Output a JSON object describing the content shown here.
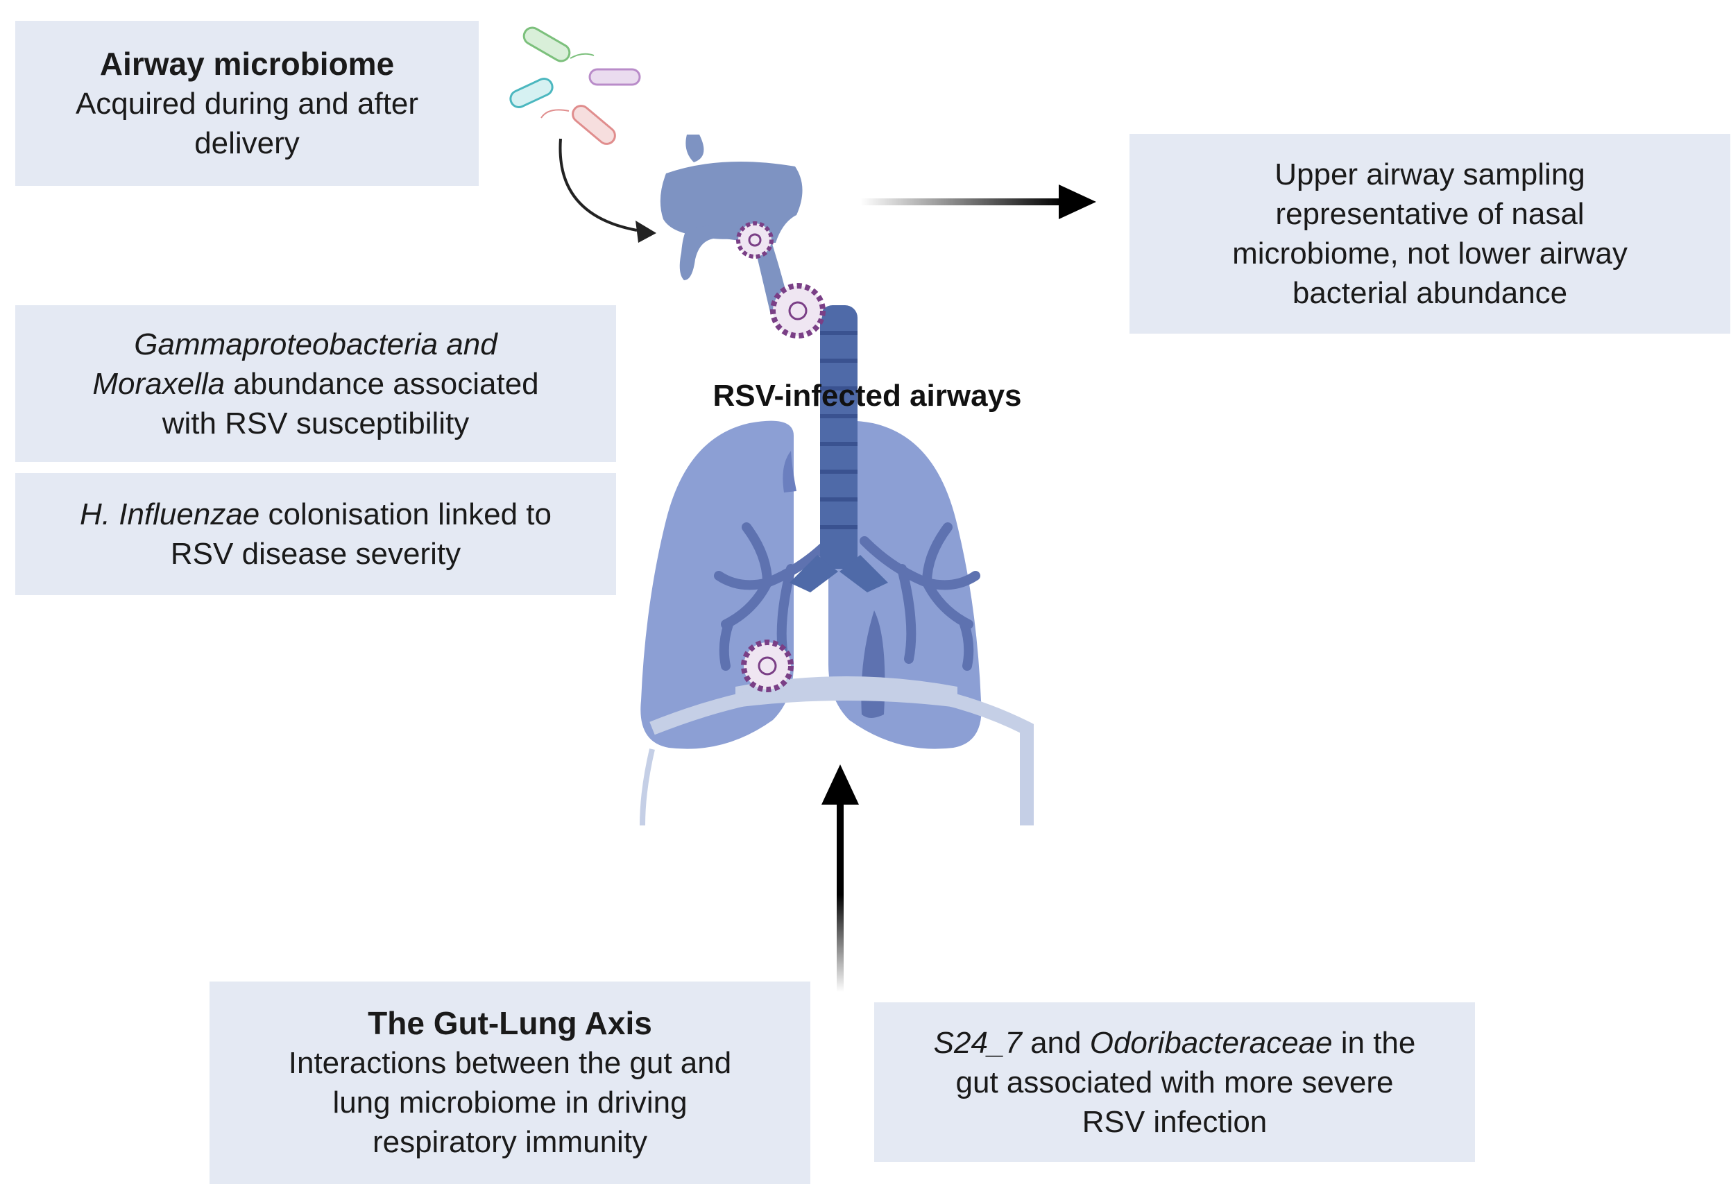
{
  "airway_box": {
    "title": "Airway microbiome",
    "line1": "Acquired during and after",
    "line2": "delivery"
  },
  "gamma_box": {
    "italic1": "Gammaproteobacteria and",
    "italic2": "Moraxella",
    "text2": " abundance associated",
    "line3": "with RSV susceptibility"
  },
  "hinf_box": {
    "italic1": "H. Influenzae",
    "text1": " colonisation linked to",
    "line2": "RSV disease severity"
  },
  "upper_box": {
    "line1": "Upper airway sampling",
    "line2": "representative of nasal",
    "line3": "microbiome, not lower airway",
    "line4": "bacterial abundance"
  },
  "center_label": "RSV-infected airways",
  "gut_box": {
    "title": "The Gut-Lung Axis",
    "line1": "Interactions between the gut and",
    "line2": "lung microbiome in driving",
    "line3": "respiratory immunity"
  },
  "s24_box": {
    "italic1": "S24_7",
    "text1": " and ",
    "italic2": "Odoribacteraceae",
    "text2": " in the",
    "line2": "gut associated with more severe",
    "line3": "RSV infection"
  },
  "colors": {
    "box_fill": "#e4e9f3",
    "lung": "#8c9fd4",
    "lung_dark": "#6b7fbf",
    "trachea": "#4f6aa8",
    "virus": "#7a3f86",
    "arrow": "#000000"
  }
}
